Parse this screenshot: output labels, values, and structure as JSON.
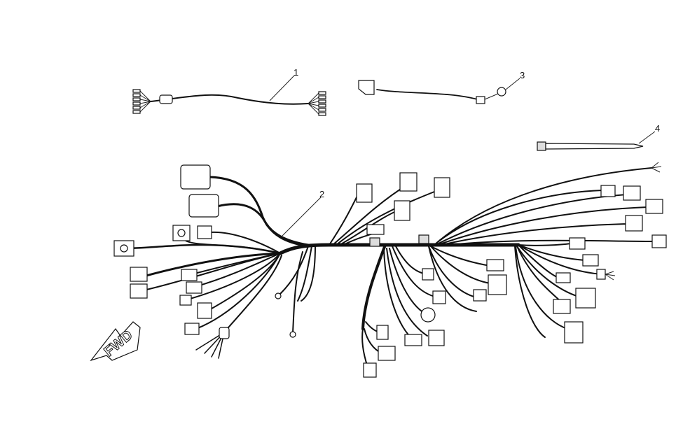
{
  "diagram": {
    "callouts": [
      {
        "number": "1",
        "part": "sub-harness"
      },
      {
        "number": "2",
        "part": "main-harness"
      },
      {
        "number": "3",
        "part": "ground-cable"
      },
      {
        "number": "4",
        "part": "cable-tie"
      }
    ],
    "direction_arrow": {
      "text": "FWD"
    }
  }
}
